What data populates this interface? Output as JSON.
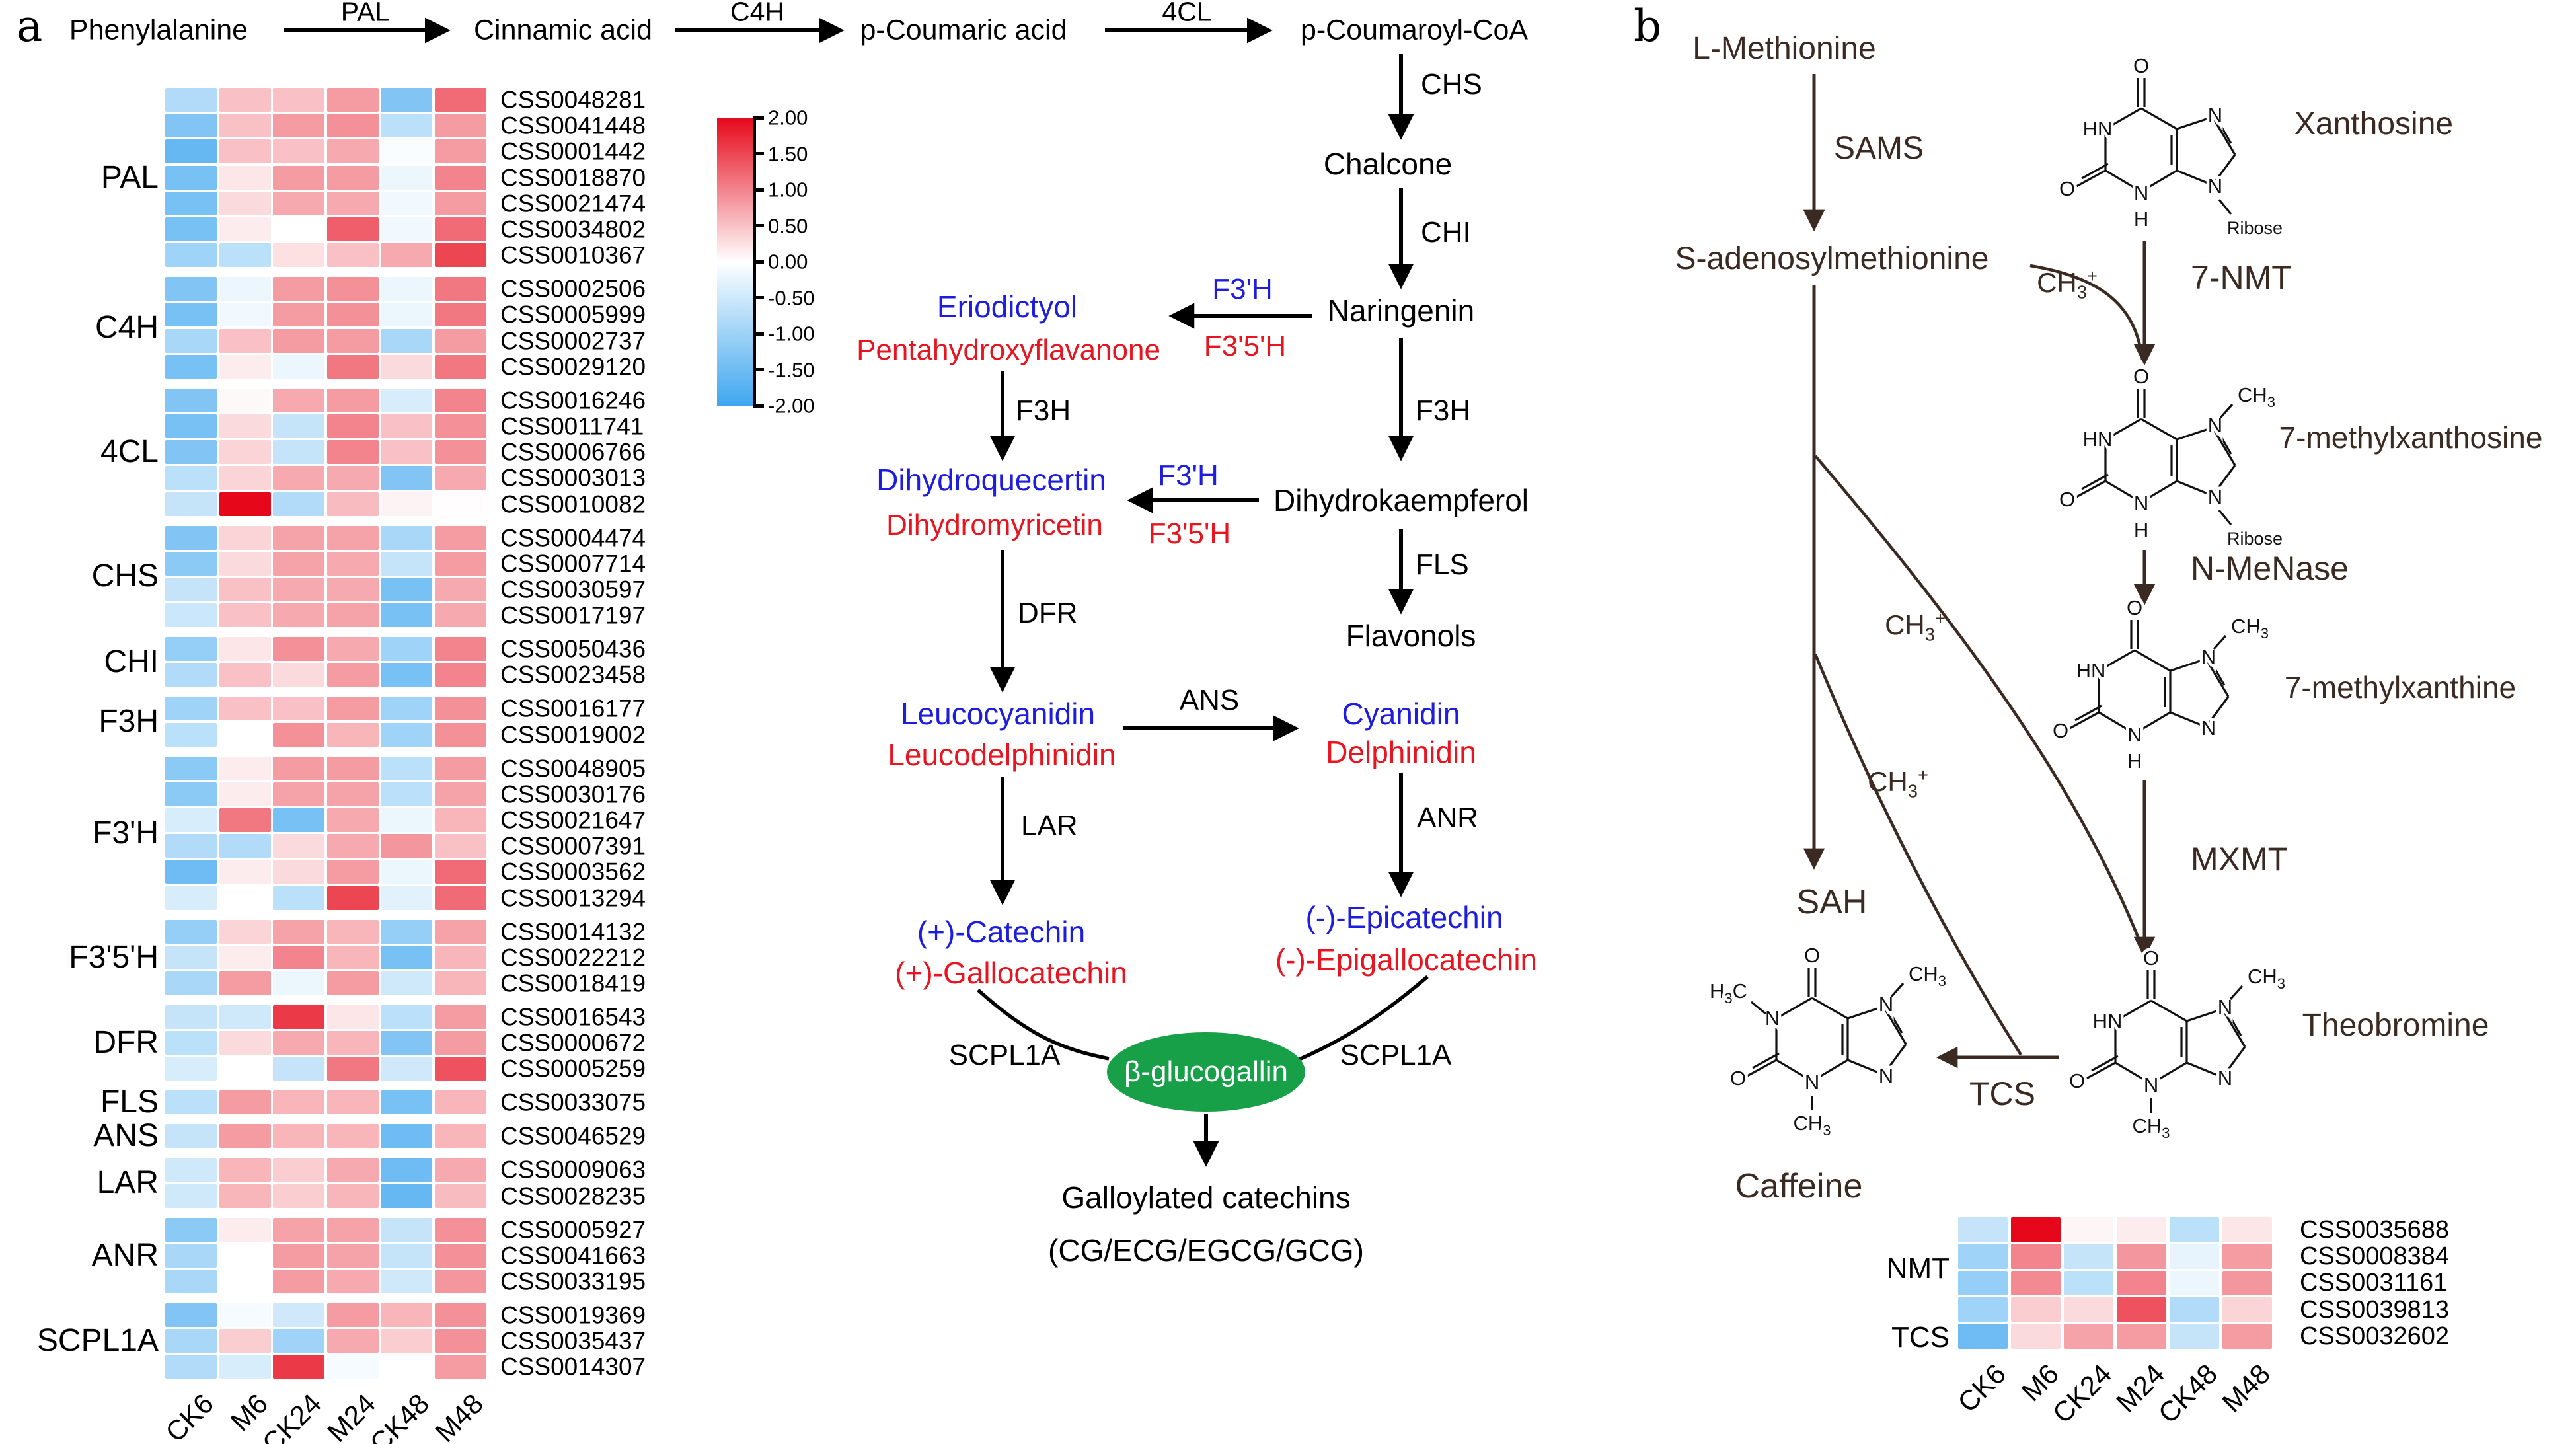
{
  "colors": {
    "black": "#000000",
    "blue": "#1d1ddf",
    "red": "#e8141f",
    "green": "#18a048",
    "brown": "#3b2a21",
    "white": "#ffffff",
    "heat_pos": "#e6081a",
    "heat_neg": "#3ea6ef"
  },
  "heatmap_columns": [
    "CK6",
    "M6",
    "CK24",
    "M24",
    "CK48",
    "M48"
  ],
  "colorbar": {
    "ticks": [
      "2.00",
      "1.50",
      "1.00",
      "0.50",
      "0.00",
      "-0.50",
      "-1.00",
      "-1.50",
      "-2.00"
    ]
  },
  "panel_a": {
    "label": "a",
    "top": {
      "nodes": [
        "Phenylalanine",
        "Cinnamic acid",
        "p-Coumaric acid",
        "p-Coumaroyl-CoA"
      ],
      "enzymes": [
        "PAL",
        "C4H",
        "4CL"
      ]
    },
    "chain": {
      "chs": "CHS",
      "chalcone": "Chalcone",
      "chi": "CHI",
      "naringenin": "Naringenin",
      "f3ph_1": "F3'H",
      "f35h_1": "F3'5'H",
      "eriodictyol": "Eriodictyol",
      "pentahydroxyflavanone": "Pentahydroxyflavanone",
      "f3h_left": "F3H",
      "f3h_right": "F3H",
      "dihydroquecertin": "Dihydroquecertin",
      "dihydromyricetin": "Dihydromyricetin",
      "f3ph_2": "F3'H",
      "f35h_2": "F3'5'H",
      "dihydrokaempferol": "Dihydrokaempferol",
      "fls": "FLS",
      "flavonols": "Flavonols",
      "dfr": "DFR",
      "leucocyanidin": "Leucocyanidin",
      "leucodelphinidin": "Leucodelphinidin",
      "ans": "ANS",
      "cyanidin": "Cyanidin",
      "delphinidin": "Delphinidin",
      "lar": "LAR",
      "anr": "ANR",
      "catechin": "(+)-Catechin",
      "gallocatechin": "(+)-Gallocatechin",
      "epicatechin": "(-)-Epicatechin",
      "epigallocatechin": "(-)-Epigallocatechin",
      "scpl1a_left": "SCPL1A",
      "scpl1a_right": "SCPL1A",
      "beta_glucogallin": "β-glucogallin",
      "galloylated": "Galloylated catechins",
      "cg_line": "(CG/ECG/EGCG/GCG)"
    },
    "heatmap": {
      "groups": [
        {
          "gene": "PAL",
          "rows": [
            {
              "id": "CSS0048281",
              "v": [
                -0.8,
                0.5,
                0.5,
                0.8,
                -1.3,
                1.2
              ]
            },
            {
              "id": "CSS0041448",
              "v": [
                -1.3,
                0.5,
                0.8,
                0.9,
                -0.7,
                0.8
              ]
            },
            {
              "id": "CSS0001442",
              "v": [
                -1.6,
                0.5,
                0.5,
                0.7,
                -0.05,
                0.8
              ]
            },
            {
              "id": "CSS0018870",
              "v": [
                -1.4,
                0.2,
                0.8,
                0.8,
                -0.2,
                1.0
              ]
            },
            {
              "id": "CSS0021474",
              "v": [
                -1.4,
                0.3,
                0.7,
                0.7,
                -0.15,
                0.8
              ]
            },
            {
              "id": "CSS0034802",
              "v": [
                -1.4,
                0.15,
                0.0,
                1.3,
                -0.15,
                1.2
              ]
            },
            {
              "id": "CSS0010367",
              "v": [
                -1.0,
                -0.7,
                0.25,
                0.5,
                0.7,
                1.5
              ]
            }
          ]
        },
        {
          "gene": "C4H",
          "rows": [
            {
              "id": "CSS0002506",
              "v": [
                -1.3,
                -0.2,
                0.8,
                0.9,
                -0.2,
                1.1
              ]
            },
            {
              "id": "CSS0005999",
              "v": [
                -1.4,
                -0.15,
                0.8,
                0.9,
                -0.2,
                1.1
              ]
            },
            {
              "id": "CSS0002737",
              "v": [
                -0.9,
                0.5,
                0.8,
                0.8,
                -0.9,
                0.8
              ]
            },
            {
              "id": "CSS0029120",
              "v": [
                -1.4,
                0.15,
                -0.2,
                1.1,
                0.3,
                1.1
              ]
            }
          ]
        },
        {
          "gene": "4CL",
          "rows": [
            {
              "id": "CSS0016246",
              "v": [
                -1.3,
                0.05,
                0.7,
                0.8,
                -0.4,
                1.0
              ]
            },
            {
              "id": "CSS0011741",
              "v": [
                -1.4,
                0.3,
                -0.6,
                1.0,
                0.5,
                0.9
              ]
            },
            {
              "id": "CSS0006766",
              "v": [
                -1.3,
                0.35,
                -0.6,
                1.0,
                0.5,
                0.9
              ]
            },
            {
              "id": "CSS0003013",
              "v": [
                -0.7,
                0.35,
                0.7,
                0.7,
                -1.3,
                0.7
              ]
            },
            {
              "id": "CSS0010082",
              "v": [
                -0.6,
                2.0,
                -0.8,
                0.55,
                0.1,
                0.02
              ]
            }
          ]
        },
        {
          "gene": "CHS",
          "rows": [
            {
              "id": "CSS0004474",
              "v": [
                -1.3,
                0.35,
                0.75,
                0.75,
                -0.9,
                0.8
              ]
            },
            {
              "id": "CSS0007714",
              "v": [
                -1.2,
                0.3,
                0.75,
                0.7,
                -0.6,
                0.8
              ]
            },
            {
              "id": "CSS0030597",
              "v": [
                -0.6,
                0.5,
                0.7,
                0.7,
                -1.4,
                0.7
              ]
            },
            {
              "id": "CSS0017197",
              "v": [
                -0.55,
                0.5,
                0.7,
                0.75,
                -1.4,
                0.7
              ]
            }
          ]
        },
        {
          "gene": "CHI",
          "rows": [
            {
              "id": "CSS0050436",
              "v": [
                -1.1,
                0.2,
                0.9,
                0.7,
                -1.0,
                1.0
              ]
            },
            {
              "id": "CSS0023458",
              "v": [
                -0.8,
                0.5,
                0.3,
                0.8,
                -1.4,
                1.0
              ]
            }
          ]
        },
        {
          "gene": "F3H",
          "rows": [
            {
              "id": "CSS0016177",
              "v": [
                -1.0,
                0.5,
                0.5,
                0.8,
                -1.0,
                0.9
              ]
            },
            {
              "id": "CSS0019002",
              "v": [
                -0.7,
                0.0,
                0.9,
                0.6,
                -1.0,
                0.9
              ]
            }
          ]
        },
        {
          "gene": "F3'H",
          "rows": [
            {
              "id": "CSS0048905",
              "v": [
                -1.2,
                0.15,
                0.8,
                0.8,
                -0.7,
                0.8
              ]
            },
            {
              "id": "CSS0030176",
              "v": [
                -1.2,
                0.15,
                0.75,
                0.75,
                -0.7,
                0.75
              ]
            },
            {
              "id": "CSS0021647",
              "v": [
                -0.4,
                1.1,
                -1.4,
                0.7,
                -0.2,
                0.6
              ]
            },
            {
              "id": "CSS0007391",
              "v": [
                -0.8,
                -0.8,
                0.3,
                0.7,
                0.85,
                0.5
              ]
            },
            {
              "id": "CSS0003562",
              "v": [
                -1.5,
                0.15,
                0.3,
                0.8,
                -0.2,
                1.2
              ]
            },
            {
              "id": "CSS0013294",
              "v": [
                -0.4,
                0.0,
                -0.7,
                1.5,
                -0.3,
                1.2
              ]
            }
          ]
        },
        {
          "gene": "F3'5'H",
          "rows": [
            {
              "id": "CSS0014132",
              "v": [
                -1.1,
                0.35,
                0.75,
                0.6,
                -1.1,
                0.75
              ]
            },
            {
              "id": "CSS0022212",
              "v": [
                -0.6,
                0.15,
                1.0,
                0.6,
                -1.4,
                0.6
              ]
            },
            {
              "id": "CSS0018419",
              "v": [
                -0.9,
                0.8,
                -0.2,
                0.8,
                -0.5,
                0.6
              ]
            }
          ]
        },
        {
          "gene": "DFR",
          "rows": [
            {
              "id": "CSS0016543",
              "v": [
                -0.6,
                -0.5,
                1.6,
                0.2,
                -0.7,
                0.8
              ]
            },
            {
              "id": "CSS0000672",
              "v": [
                -0.7,
                0.3,
                0.7,
                0.6,
                -1.3,
                0.8
              ]
            },
            {
              "id": "CSS0005259",
              "v": [
                -0.4,
                0.0,
                -0.6,
                1.1,
                -0.5,
                1.4
              ]
            }
          ]
        },
        {
          "gene": "FLS",
          "rows": [
            {
              "id": "CSS0033075",
              "v": [
                -0.7,
                0.8,
                0.6,
                0.6,
                -1.4,
                0.6
              ]
            }
          ]
        },
        {
          "gene": "ANS",
          "rows": [
            {
              "id": "CSS0046529",
              "v": [
                -0.6,
                0.8,
                0.6,
                0.6,
                -1.5,
                0.6
              ]
            }
          ]
        },
        {
          "gene": "LAR",
          "rows": [
            {
              "id": "CSS0009063",
              "v": [
                -0.5,
                0.6,
                0.4,
                0.7,
                -1.5,
                0.7
              ]
            },
            {
              "id": "CSS0028235",
              "v": [
                -0.5,
                0.6,
                0.4,
                0.6,
                -1.6,
                0.55
              ]
            }
          ]
        },
        {
          "gene": "ANR",
          "rows": [
            {
              "id": "CSS0005927",
              "v": [
                -1.2,
                0.15,
                0.75,
                0.75,
                -0.6,
                0.9
              ]
            },
            {
              "id": "CSS0041663",
              "v": [
                -0.9,
                0.0,
                0.8,
                0.75,
                -0.6,
                0.9
              ]
            },
            {
              "id": "CSS0033195",
              "v": [
                -0.9,
                0.0,
                0.8,
                0.7,
                -0.5,
                0.85
              ]
            }
          ]
        },
        {
          "gene": "SCPL1A",
          "rows": [
            {
              "id": "CSS0019369",
              "v": [
                -1.3,
                -0.1,
                -0.5,
                0.8,
                0.6,
                0.9
              ]
            },
            {
              "id": "CSS0035437",
              "v": [
                -0.9,
                0.4,
                -1.0,
                0.7,
                0.4,
                0.9
              ]
            },
            {
              "id": "CSS0014307",
              "v": [
                -0.8,
                -0.4,
                1.6,
                -0.1,
                0.0,
                0.8
              ]
            }
          ]
        }
      ]
    }
  },
  "panel_b": {
    "label": "b",
    "l_methionine": "L-Methionine",
    "sams": "SAMS",
    "s_adenosylmethionine": "S-adenosylmethionine",
    "xanthosine": "Xanthosine",
    "nmt7": "7-NMT",
    "methylxanthosine7": "7-methylxanthosine",
    "n_menase": "N-MeNase",
    "methylxanthine7": "7-methylxanthine",
    "mxmt": "MXMT",
    "theobromine": "Theobromine",
    "tcs": "TCS",
    "caffeine": "Caffeine",
    "sah": "SAH",
    "ch3": {
      "base": "CH",
      "sub": "3",
      "sup": "+"
    },
    "structures": [
      {
        "key": "xanthosine",
        "n1": "HN",
        "n3": "H",
        "n7": "",
        "n9": "Ribose"
      },
      {
        "key": "methylxanthosine7",
        "n1": "HN",
        "n3": "H",
        "n7": "CH3",
        "n9": "Ribose"
      },
      {
        "key": "methylxanthine7",
        "n1": "HN",
        "n3": "H",
        "n7": "CH3",
        "n9": ""
      },
      {
        "key": "theobromine",
        "n1": "HN",
        "n3": "CH3",
        "n7": "CH3",
        "n9": ""
      },
      {
        "key": "caffeine",
        "n1": "N",
        "n1me": "H3C",
        "n3": "CH3",
        "n7": "CH3",
        "n9": ""
      }
    ],
    "heatmap": {
      "groups": [
        {
          "gene": "NMT",
          "rows": [
            {
              "id": "CSS0035688",
              "v": [
                -0.6,
                2.0,
                0.08,
                0.15,
                -0.7,
                0.2
              ]
            },
            {
              "id": "CSS0008384",
              "v": [
                -1.0,
                1.0,
                -0.6,
                0.85,
                -0.25,
                0.8
              ]
            },
            {
              "id": "CSS0031161",
              "v": [
                -1.1,
                0.95,
                -0.7,
                1.0,
                -0.2,
                0.85
              ]
            },
            {
              "id": "CSS0039813",
              "v": [
                -1.0,
                0.4,
                0.3,
                1.4,
                -0.8,
                0.35
              ]
            }
          ]
        },
        {
          "gene": "TCS",
          "rows": [
            {
              "id": "CSS0032602",
              "v": [
                -1.5,
                0.3,
                0.75,
                0.8,
                -0.6,
                0.8
              ]
            }
          ]
        }
      ]
    }
  }
}
